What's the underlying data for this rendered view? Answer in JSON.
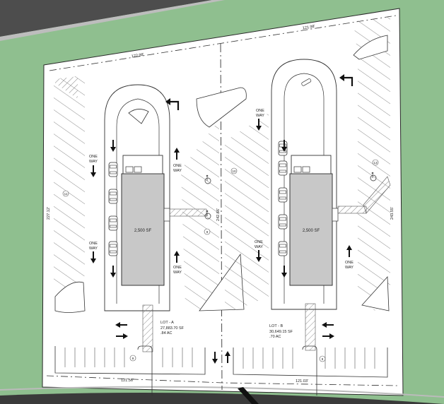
{
  "colors": {
    "background": "#8fbf8f",
    "site": "#ffffff",
    "road": "#4d4d4d",
    "building": "#c8c8c8",
    "line": "#2a2a2a",
    "hatch": "#777777"
  },
  "dimensions": {
    "top_left": "122.98'",
    "top_right": "121.98'",
    "left_side": "227.12'",
    "center_line": "242.66'",
    "right_side": "243.55'",
    "bottom_left": "121.56'",
    "bottom_right": "121.03'"
  },
  "lot_a": {
    "name": "LOT - A",
    "sf": "27,883.70 SF",
    "ac": ".84 AC",
    "building_area": "2,500 SF",
    "one_way_label_line1": "ONE",
    "one_way_label_line2": "WAY",
    "space_counts": [
      "11",
      "10",
      "9",
      "9"
    ]
  },
  "lot_b": {
    "name": "LOT - B",
    "sf": "30,649.15 SF",
    "ac": ".70 AC",
    "building_area": "2,500 SF",
    "one_way_label_line1": "ONE",
    "one_way_label_line2": "WAY",
    "space_counts": [
      "13",
      "9"
    ]
  },
  "icons": [
    "turn-arrow-icon",
    "direction-arrow-icon",
    "accessible-parking-icon",
    "vehicle-icon",
    "north-arrow-icon"
  ]
}
